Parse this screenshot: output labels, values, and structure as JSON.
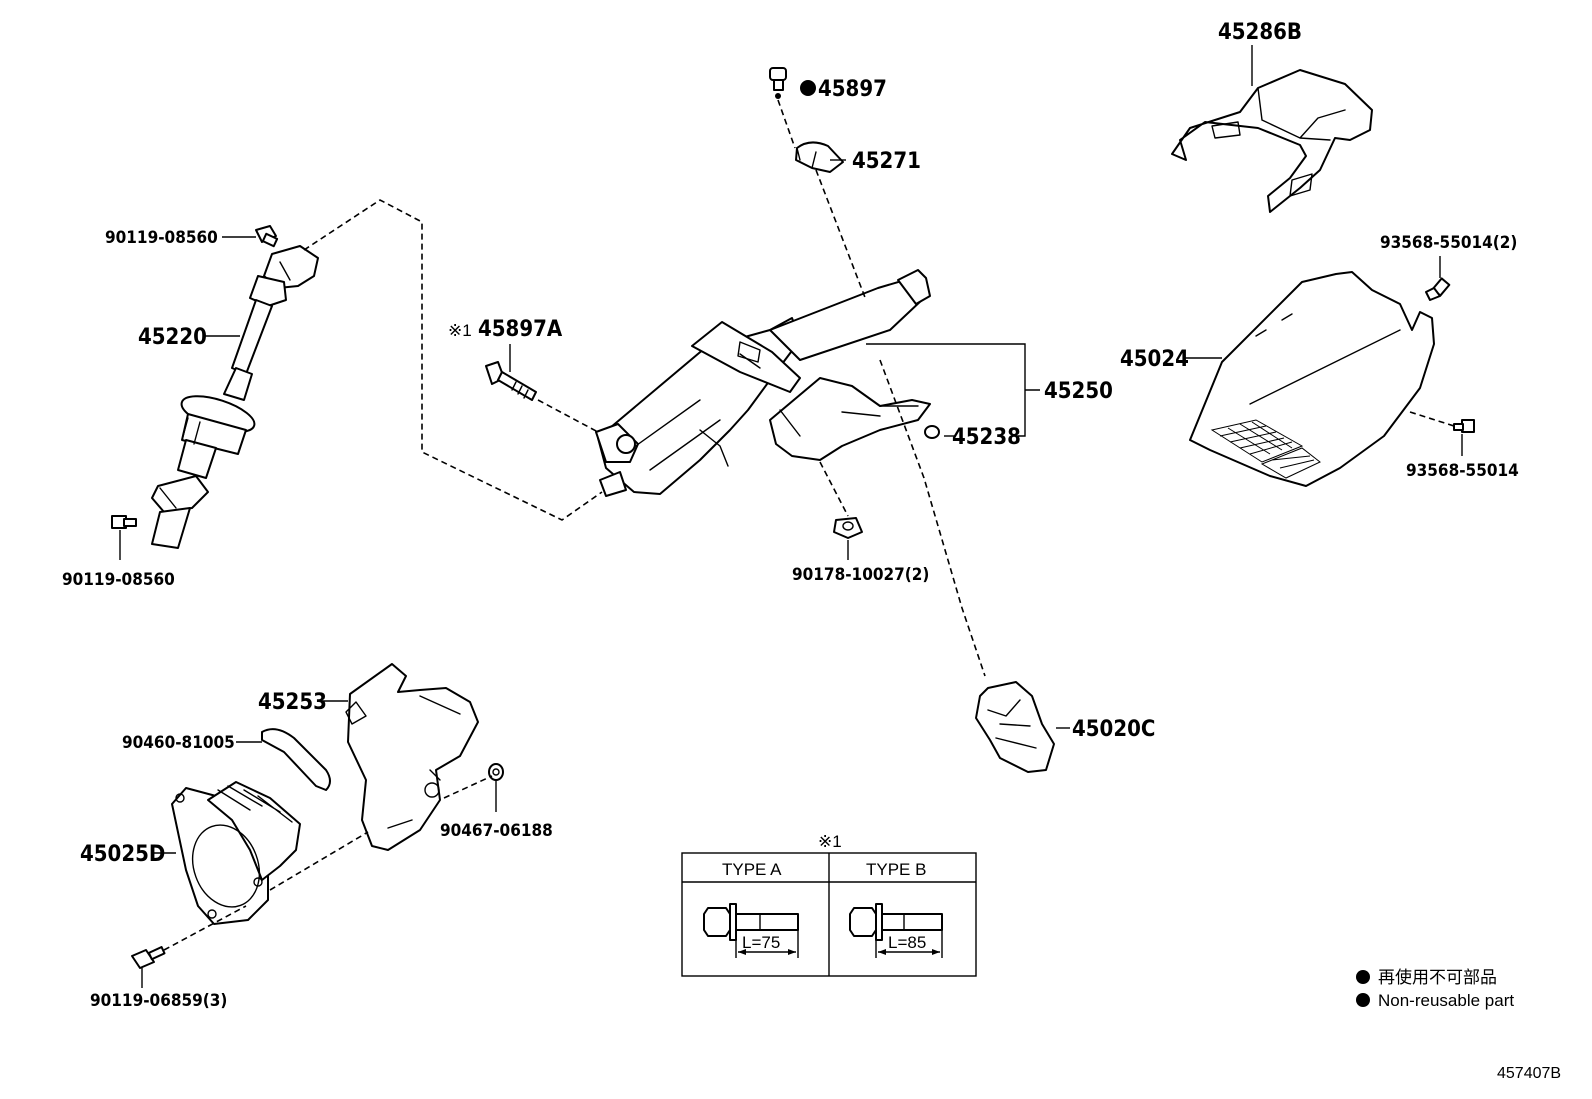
{
  "labels": {
    "p45286B": "45286B",
    "p45897": "45897",
    "p45271": "45271",
    "p90119_top": "90119-08560",
    "p45220": "45220",
    "p93568_2": "93568-55014(2)",
    "p45897A_mark": "※1",
    "p45897A": "45897A",
    "p45024": "45024",
    "p45250": "45250",
    "p45238": "45238",
    "p93568": "93568-55014",
    "p90119_bot": "90119-08560",
    "p90178": "90178-10027(2)",
    "p45253": "45253",
    "p90460": "90460-81005",
    "p45020C": "45020C",
    "p90467": "90467-06188",
    "p45025D": "45025D",
    "p90119_3": "90119-06859(3)"
  },
  "table": {
    "mark": "※1",
    "col_a": "TYPE A",
    "col_b": "TYPE B",
    "len_a": "L=75",
    "len_b": "L=85"
  },
  "legend": {
    "jp": "再使用不可部品",
    "en": "Non-reusable part"
  },
  "code": "457407B"
}
